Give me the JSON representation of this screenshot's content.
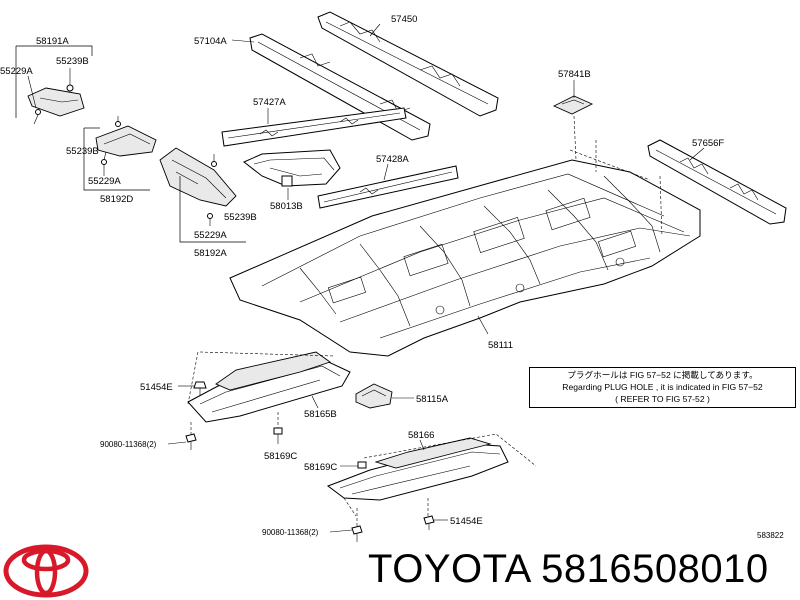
{
  "part_labels": {
    "p57450": "57450",
    "p57104A": "57104A",
    "p58191A": "58191A",
    "p55239B_top": "55239B",
    "p55229A_top": "55229A",
    "p57427A": "57427A",
    "p57841B": "57841B",
    "p57656F": "57656F",
    "p55239B_mid": "55239B",
    "p55229A_mid": "55229A",
    "p58192D": "58192D",
    "p57428A": "57428A",
    "p58013B": "58013B",
    "p55239B_low": "55239B",
    "p55229A_low": "55229A",
    "p58192A": "58192A",
    "p58111": "58111",
    "p51454E_left": "51454E",
    "p58165B": "58165B",
    "p58115A": "58115A",
    "p90080_left": "90080-11368(2)",
    "p58169C_left": "58169C",
    "p58166": "58166",
    "p58169C_right": "58169C",
    "p51454E_right": "51454E",
    "p90080_right": "90080-11368(2)"
  },
  "note": {
    "line1": "プラグホールは FIG  57−52 に掲載してあります。",
    "line2": "Regarding  PLUG  HOLE , it is indicated in  FIG  57−52",
    "line3": "( REFER TO FIG 57-52    )"
  },
  "drawing_number": "583822",
  "brand": {
    "caption": "TOYOTA 5816508010",
    "logo_icon": "toyota-logo-icon",
    "logo_color": "#d7192a"
  }
}
